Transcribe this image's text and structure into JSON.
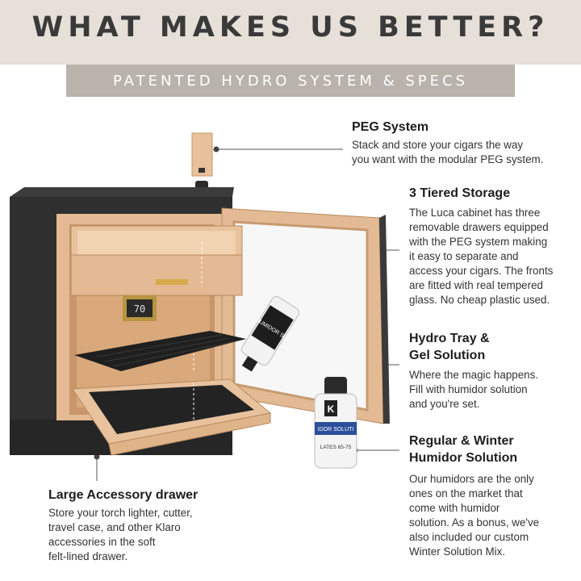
{
  "header": {
    "title": "WHAT MAKES US BETTER?",
    "subtitle": "PATENTED HYDRO SYSTEM  &  SPECS"
  },
  "features": {
    "peg": {
      "title": "PEG System",
      "desc": [
        "Stack and store your cigars the way",
        "you want with the modular PEG system."
      ]
    },
    "storage": {
      "title": "3 Tiered Storage",
      "desc": [
        "The Luca cabinet has three",
        "removable drawers equipped",
        "with the PEG system making",
        "it easy to separate and",
        "access your cigars. The fronts",
        "are fitted with real tempered",
        "glass. No cheap plastic used."
      ]
    },
    "hydro": {
      "title": [
        "Hydro Tray &",
        "Gel Solution"
      ],
      "desc": [
        "Where the magic happens.",
        "Fill with humidor solution",
        "and you're set."
      ]
    },
    "humidor": {
      "title": [
        "Regular & Winter",
        "Humidor Solution"
      ],
      "desc": [
        "Our humidors are the only",
        "ones on the market that",
        "come with humidor",
        "solution. As a bonus, we've",
        "also included our custom",
        "Winter Solution Mix."
      ]
    },
    "accessory": {
      "title": "Large Accessory drawer",
      "desc": [
        "Store your torch lighter, cutter,",
        "travel case, and other Klaro",
        "accessories in the soft",
        "felt-lined drawer."
      ]
    }
  },
  "product": {
    "display_readout": "70",
    "bottle_brand_letter": "K",
    "bottle_front_label": "IDOR SOLUTI",
    "bottle_bottom_label": "LATES 65-75",
    "bottle_tilted_label": "HUMIDOR SO"
  },
  "colors": {
    "header_bg": "#e6e0d8",
    "subbar_bg": "#b9b3ac",
    "cabinet": "#2f2f2f",
    "wood": "#e3ba93",
    "wood_dark": "#c9966a",
    "tray": "#232323"
  }
}
